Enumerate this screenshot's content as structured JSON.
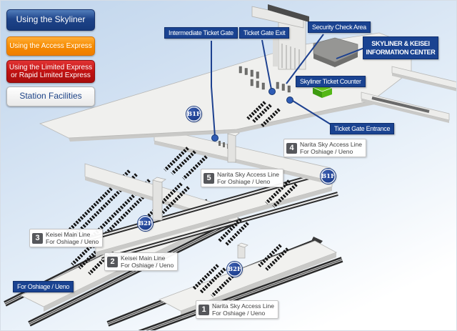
{
  "sidebar": {
    "buttons": [
      {
        "id": "skyliner",
        "label": "Using the Skyliner",
        "color": "#1e4489"
      },
      {
        "id": "access-express",
        "label": "Using the Access Express",
        "color": "#f68b00"
      },
      {
        "id": "limited-express",
        "label_line1": "Using the Limited Express",
        "label_line2": "or Rapid Limited Express",
        "color": "#c11212"
      },
      {
        "id": "station-facilities",
        "label": "Station Facilities",
        "color": "#ffffff"
      }
    ]
  },
  "map": {
    "callouts": {
      "intermediate_ticket_gate": "Intermediate Ticket Gate",
      "ticket_gate_exit": "Ticket Gate Exit",
      "security_check_area": "Security Check Area",
      "info_center_line1": "SKYLINER & KEISEI",
      "info_center_line2": "INFORMATION CENTER",
      "skyliner_ticket_counter": "Skyliner Ticket Counter",
      "ticket_gate_entrance": "Ticket Gate Entrance",
      "direction": "For Oshiage / Ueno"
    },
    "floor_badges": [
      {
        "id": "concourse-b1f",
        "label": "B1F"
      },
      {
        "id": "sky-access-b1f",
        "label": "B1F"
      },
      {
        "id": "keisei-main-b2f",
        "label": "B2F"
      },
      {
        "id": "sky-access-b2f",
        "label": "B2F"
      }
    ],
    "platforms": [
      {
        "number": "1",
        "line1": "Narita Sky Access Line",
        "line2": "For Oshiage / Ueno"
      },
      {
        "number": "2",
        "line1": "Keisei Main Line",
        "line2": "For Oshiage / Ueno"
      },
      {
        "number": "3",
        "line1": "Keisei Main Line",
        "line2": "For Oshiage / Ueno"
      },
      {
        "number": "4",
        "line1": "Narita Sky Access Line",
        "line2": "For Oshiage / Ueno"
      },
      {
        "number": "5",
        "line1": "Narita Sky Access Line",
        "line2": "For Oshiage / Ueno"
      }
    ],
    "colors": {
      "callout_bg": "#1a4391",
      "badge_bg": "#1c3e8e",
      "counter_green": "#6ccb1e",
      "connector_line": "#1d4190",
      "platform_surface": "#f1f1ef",
      "track": "#2a2a2a"
    }
  }
}
